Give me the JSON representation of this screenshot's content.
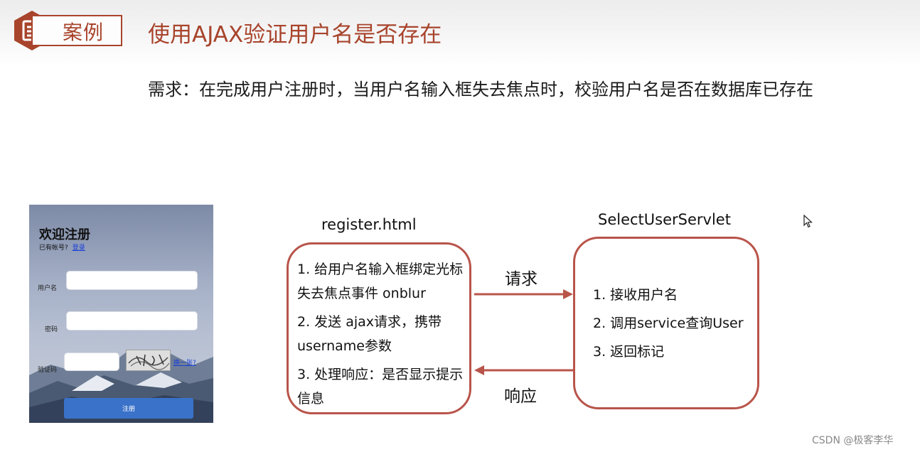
{
  "header": {
    "badge_label": "案例",
    "title": "使用AJAX验证用户名是否存在"
  },
  "requirement": "需求：在完成用户注册时，当用户名输入框失去焦点时，校验用户名是否在数据库已存在",
  "register_form": {
    "title": "欢迎注册",
    "subtitle": "已有帐号?",
    "login_link": "登录",
    "username_label": "用户名",
    "password_label": "密码",
    "captcha_label": "验证码",
    "captcha_change": "换一张?",
    "submit_label": "注册"
  },
  "diagram": {
    "client": {
      "name": "register.html",
      "steps": [
        "1. 给用户名输入框绑定光标",
        "失去焦点事件 onblur",
        "2. 发送 ajax请求，携带",
        "username参数",
        "3. 处理响应：是否显示提示",
        "信息"
      ]
    },
    "server": {
      "name": "SelectUserServlet",
      "steps": [
        "1. 接收用户名",
        "2. 调用service查询User",
        "3. 返回标记"
      ]
    },
    "request_label": "请求",
    "response_label": "响应"
  },
  "colors": {
    "accent": "#a8442c",
    "box_border": "#b8544a"
  },
  "watermark": "CSDN @极客李华"
}
